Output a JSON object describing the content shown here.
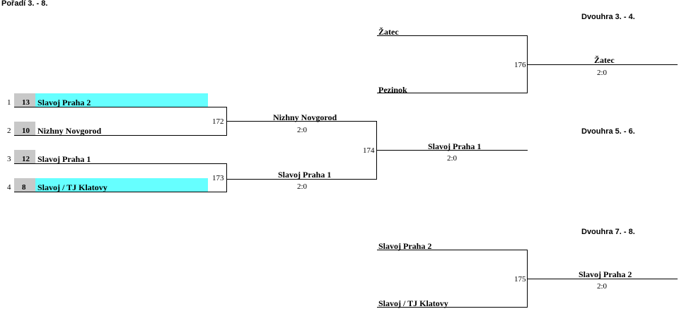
{
  "page_title": "Pořadí 3. - 8.",
  "seeds": [
    {
      "pos": "1",
      "seed": "13",
      "team": "Slavoj Praha 2",
      "highlight": true
    },
    {
      "pos": "2",
      "seed": "10",
      "team": "Nizhny Novgorod",
      "highlight": false
    },
    {
      "pos": "3",
      "seed": "12",
      "team": "Slavoj Praha 1",
      "highlight": false
    },
    {
      "pos": "4",
      "seed": "8",
      "team": "Slavoj / TJ Klatovy",
      "highlight": true
    }
  ],
  "round1": [
    {
      "match": "172",
      "winner": "Nizhny Novgorod",
      "score": "2:0"
    },
    {
      "match": "173",
      "winner": "Slavoj Praha 1",
      "score": "2:0"
    }
  ],
  "round2": {
    "match": "174",
    "winner": "Slavoj Praha 1",
    "score": "2:0"
  },
  "sections": {
    "s34": {
      "title": "Dvouhra 3. - 4.",
      "team_top": "Žatec",
      "team_bottom": "Pezinok",
      "match": "176",
      "winner": "Žatec",
      "score": "2:0"
    },
    "s56": {
      "title": "Dvouhra 5. - 6."
    },
    "s78": {
      "title": "Dvouhra 7. - 8.",
      "team_top": "Slavoj Praha 2",
      "team_bottom": "Slavoj / TJ Klatovy",
      "match": "175",
      "winner": "Slavoj Praha 2",
      "score": "2:0"
    }
  }
}
